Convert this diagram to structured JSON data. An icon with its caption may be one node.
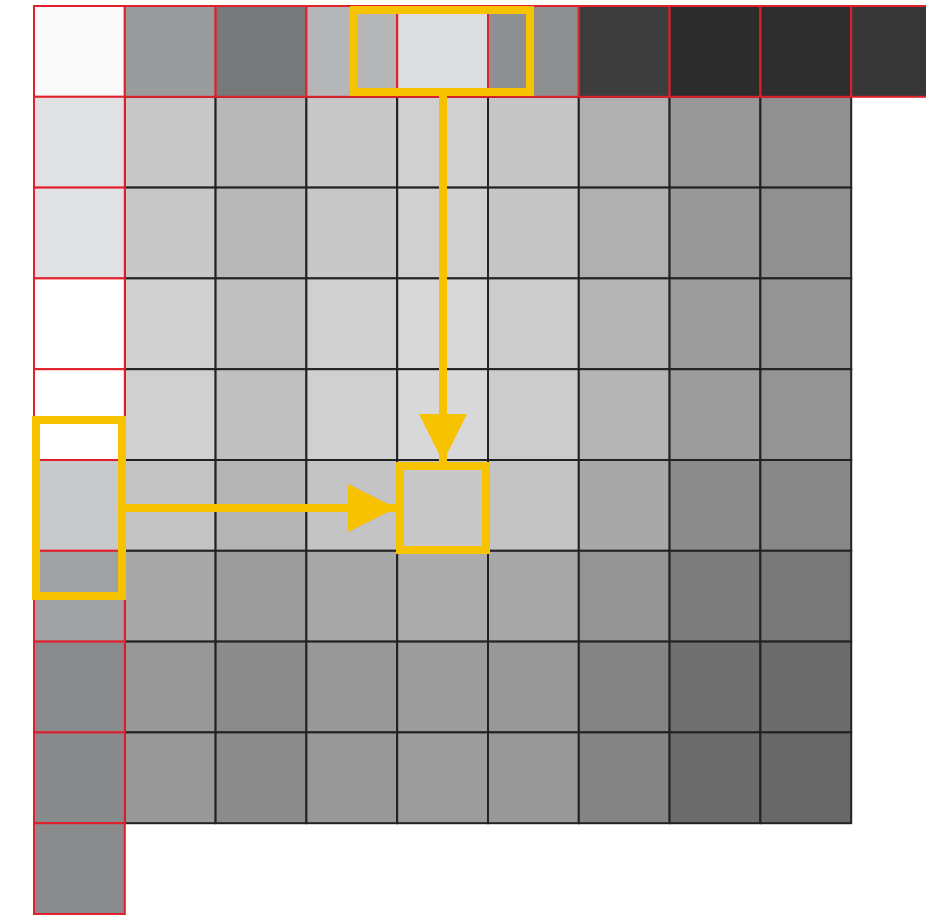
{
  "diagram": {
    "nodes": [
      {
        "text": [],
        "shape": "box"
      },
      {
        "text": [],
        "shape": "box"
      },
      {
        "text": [],
        "shape": "box"
      }
    ],
    "edges": [
      {
        "from": 0,
        "to": 2,
        "arrow": "to"
      },
      {
        "from": 1,
        "to": 2,
        "arrow": "to"
      }
    ]
  }
}
